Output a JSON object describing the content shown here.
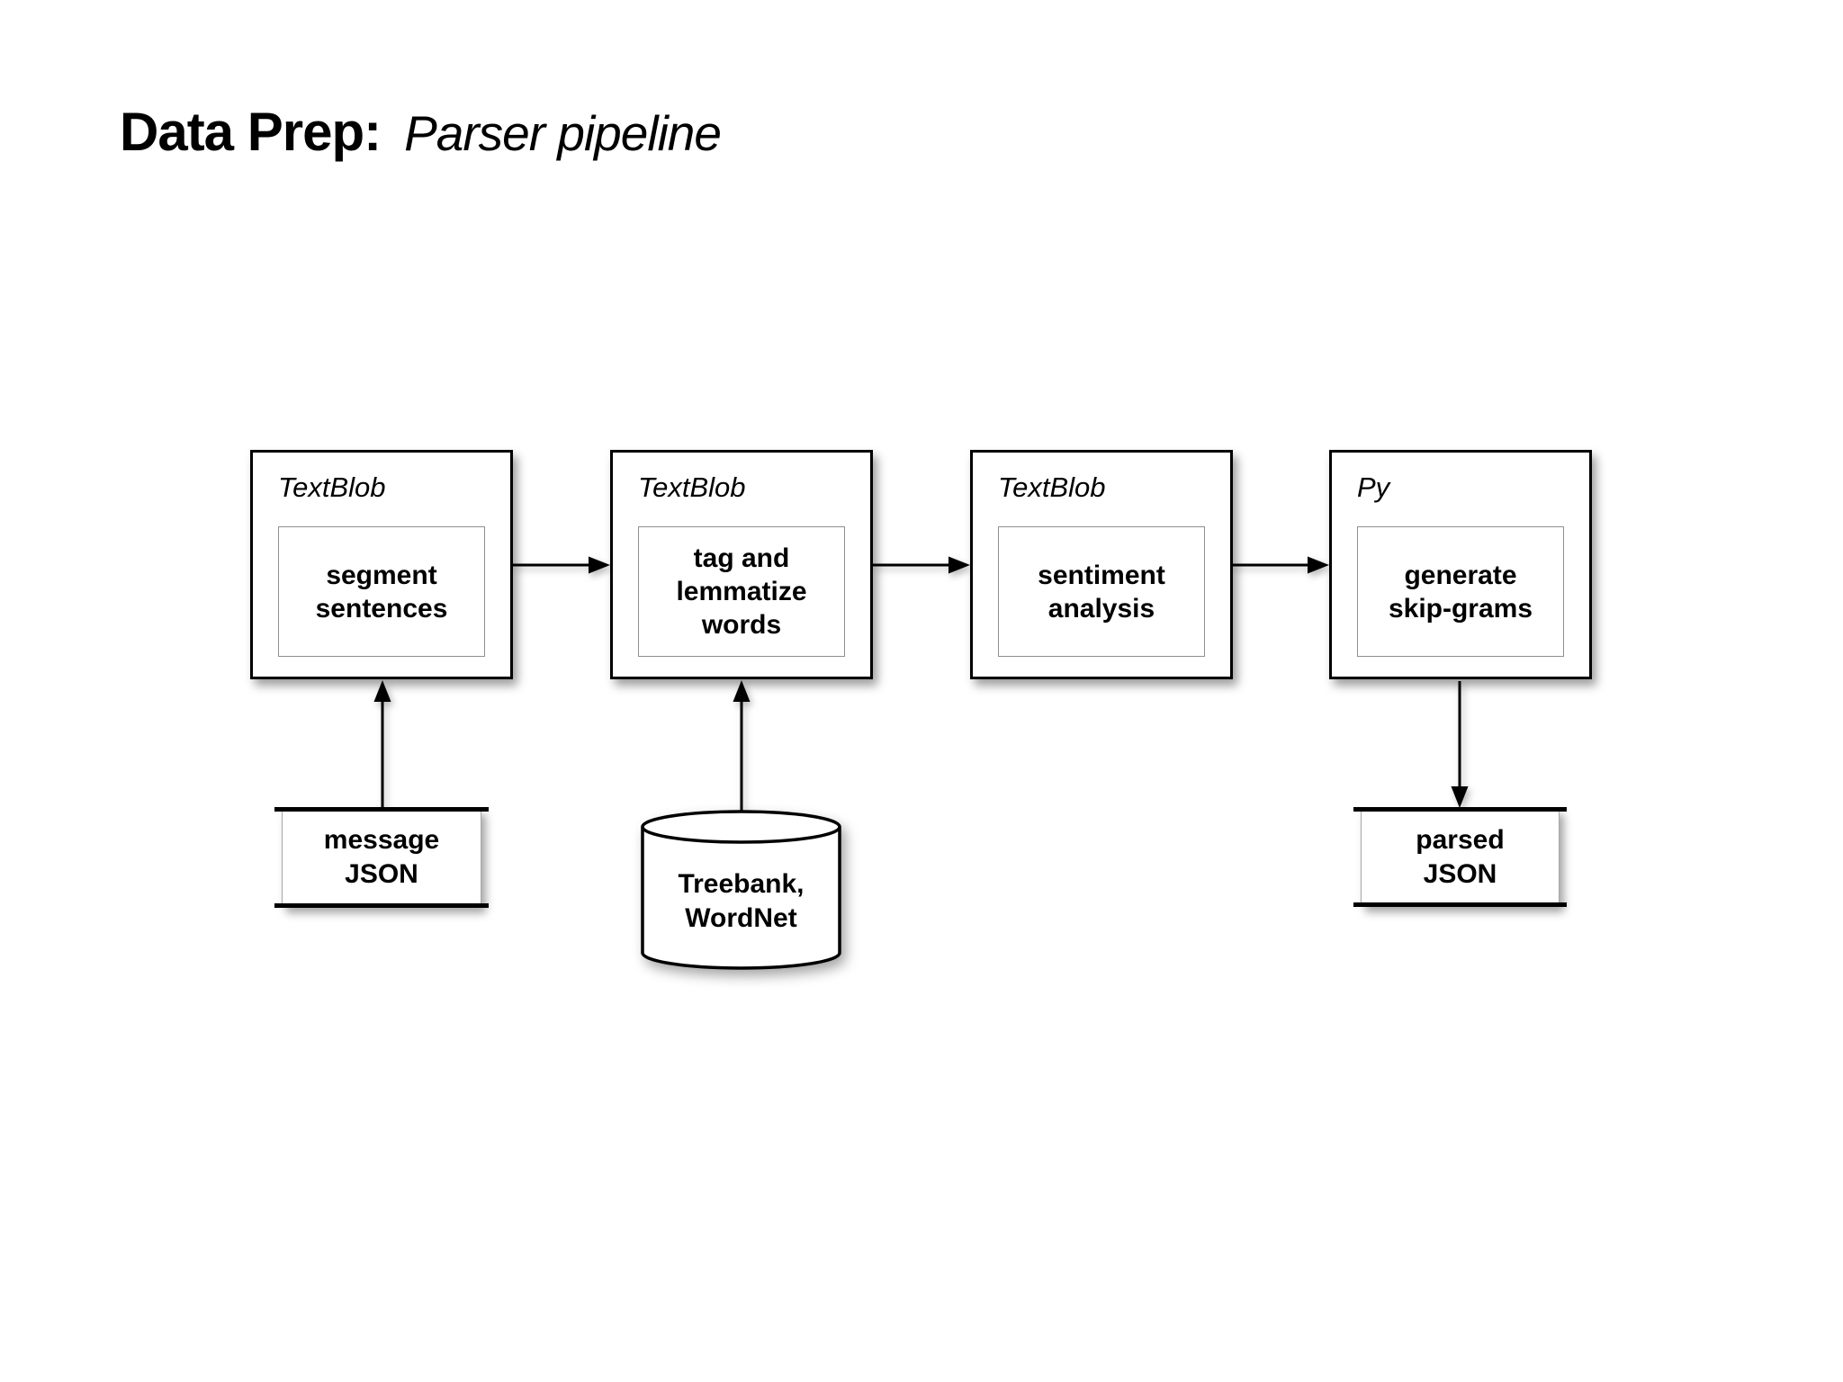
{
  "title": {
    "heading": "Data Prep:",
    "subtitle": "Parser pipeline"
  },
  "colors": {
    "ink": "#000000",
    "inner_border": "#8f8f8f",
    "background": "#ffffff"
  },
  "pipeline": {
    "stages": [
      {
        "framework": "TextBlob",
        "action": "segment\nsentences"
      },
      {
        "framework": "TextBlob",
        "action": "tag and\nlemmatize\nwords"
      },
      {
        "framework": "TextBlob",
        "action": "sentiment\nanalysis"
      },
      {
        "framework": "Py",
        "action": "generate\nskip-grams"
      }
    ],
    "inputs": [
      {
        "label": "message\nJSON",
        "shape": "card",
        "feeds_stage": "segment sentences"
      },
      {
        "label": "Treebank,\nWordNet",
        "shape": "database-cylinder",
        "feeds_stage": "tag and lemmatize words"
      }
    ],
    "output": {
      "label": "parsed\nJSON",
      "shape": "card",
      "from_stage": "generate skip-grams"
    },
    "connections": [
      "segment sentences -> tag and lemmatize words",
      "tag and lemmatize words -> sentiment analysis",
      "sentiment analysis -> generate skip-grams",
      "message JSON -> segment sentences",
      "Treebank, WordNet -> tag and lemmatize words",
      "generate skip-grams -> parsed JSON"
    ]
  }
}
